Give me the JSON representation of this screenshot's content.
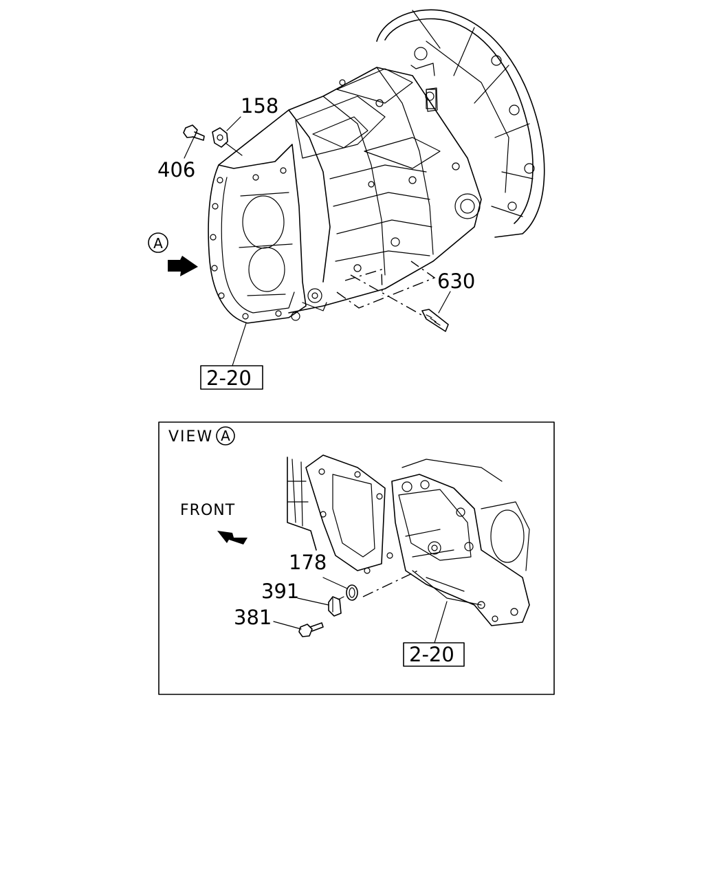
{
  "upper_view": {
    "callouts": {
      "p158": "158",
      "p406": "406",
      "p630": "630",
      "ref": "2-20",
      "view_marker": "A"
    }
  },
  "detail_view": {
    "title": "VIEW",
    "view_marker": "A",
    "front_label": "FRONT",
    "callouts": {
      "p178": "178",
      "p391": "391",
      "p381": "381",
      "ref": "2-20"
    }
  }
}
